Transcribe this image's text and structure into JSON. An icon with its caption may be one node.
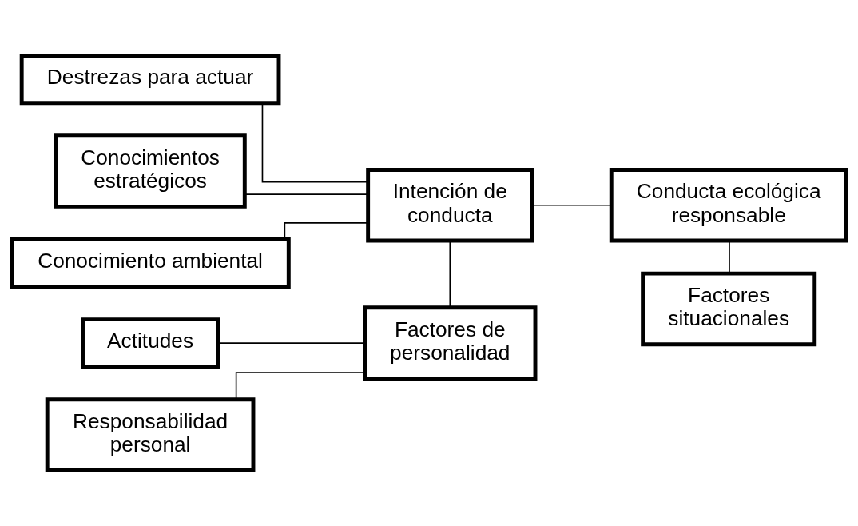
{
  "diagram": {
    "nodes": [
      {
        "text": [
          "Destrezas para actuar"
        ]
      },
      {
        "text": [
          "Conocimientos estratégicos"
        ]
      },
      {
        "text": [
          "Conocimiento ambiental"
        ]
      },
      {
        "text": [
          "Intención de conducta"
        ]
      },
      {
        "text": [
          "Conducta ecológica responsable"
        ]
      },
      {
        "text": [
          "Actitudes"
        ]
      },
      {
        "text": [
          "Factores de personalidad"
        ]
      },
      {
        "text": [
          "Factores situacionales"
        ]
      },
      {
        "text": [
          "Responsabilidad personal"
        ]
      }
    ],
    "edges": [
      {
        "from": 0,
        "to": 3,
        "arrow": "none"
      },
      {
        "from": 1,
        "to": 3,
        "arrow": "none"
      },
      {
        "from": 2,
        "to": 3,
        "arrow": "none"
      },
      {
        "from": 3,
        "to": 4,
        "arrow": "none"
      },
      {
        "from": 3,
        "to": 6,
        "arrow": "none"
      },
      {
        "from": 4,
        "to": 7,
        "arrow": "none"
      },
      {
        "from": 5,
        "to": 6,
        "arrow": "none"
      },
      {
        "from": 8,
        "to": 6,
        "arrow": "none"
      }
    ]
  }
}
